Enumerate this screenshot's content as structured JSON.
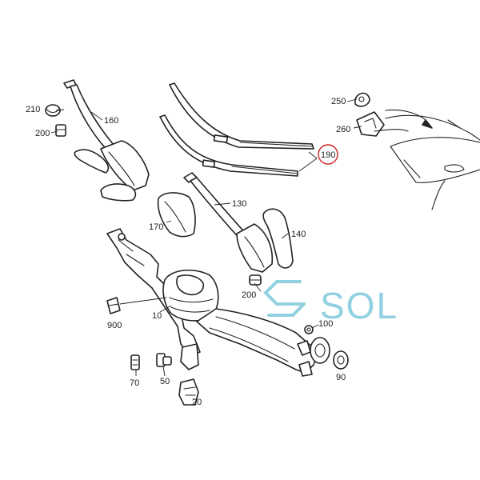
{
  "callouts": {
    "c210": "210",
    "c200a": "200",
    "c160": "160",
    "c190": "190",
    "c250": "250",
    "c260": "260",
    "c130": "130",
    "c170": "170",
    "c140": "140",
    "c200b": "200",
    "c900": "900",
    "c10": "10",
    "c100": "100",
    "c90": "90",
    "c70": "70",
    "c50": "50",
    "c20": "20"
  },
  "highlight": {
    "callout": "190",
    "color": "#cc2222"
  },
  "watermark": {
    "text": "SOL",
    "color": "#7ec9dc"
  }
}
